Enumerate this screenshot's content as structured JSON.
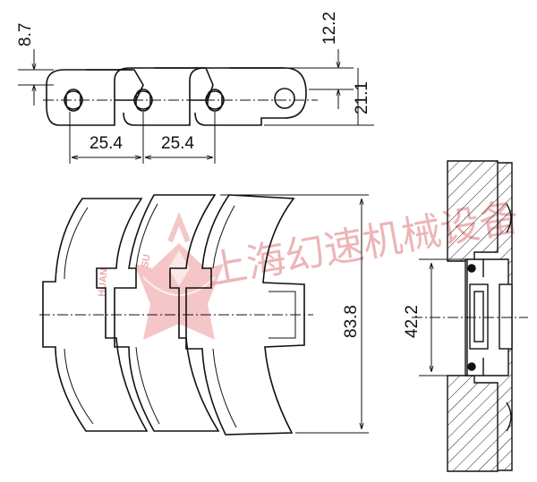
{
  "side_view": {
    "dim_top_left": "8.7",
    "dim_top_right": "12.2",
    "dim_right": "21.1",
    "pitch_1": "25.4",
    "pitch_2": "25.4"
  },
  "plan_view": {
    "dim_width": "83.8"
  },
  "section_view": {
    "dim_track": "42.2"
  },
  "watermark": {
    "text": "上海幻速机械设备",
    "logo_left": "HUAN",
    "logo_right": "SU"
  },
  "colors": {
    "line": "#111111",
    "watermark": "#e8a3a7"
  }
}
